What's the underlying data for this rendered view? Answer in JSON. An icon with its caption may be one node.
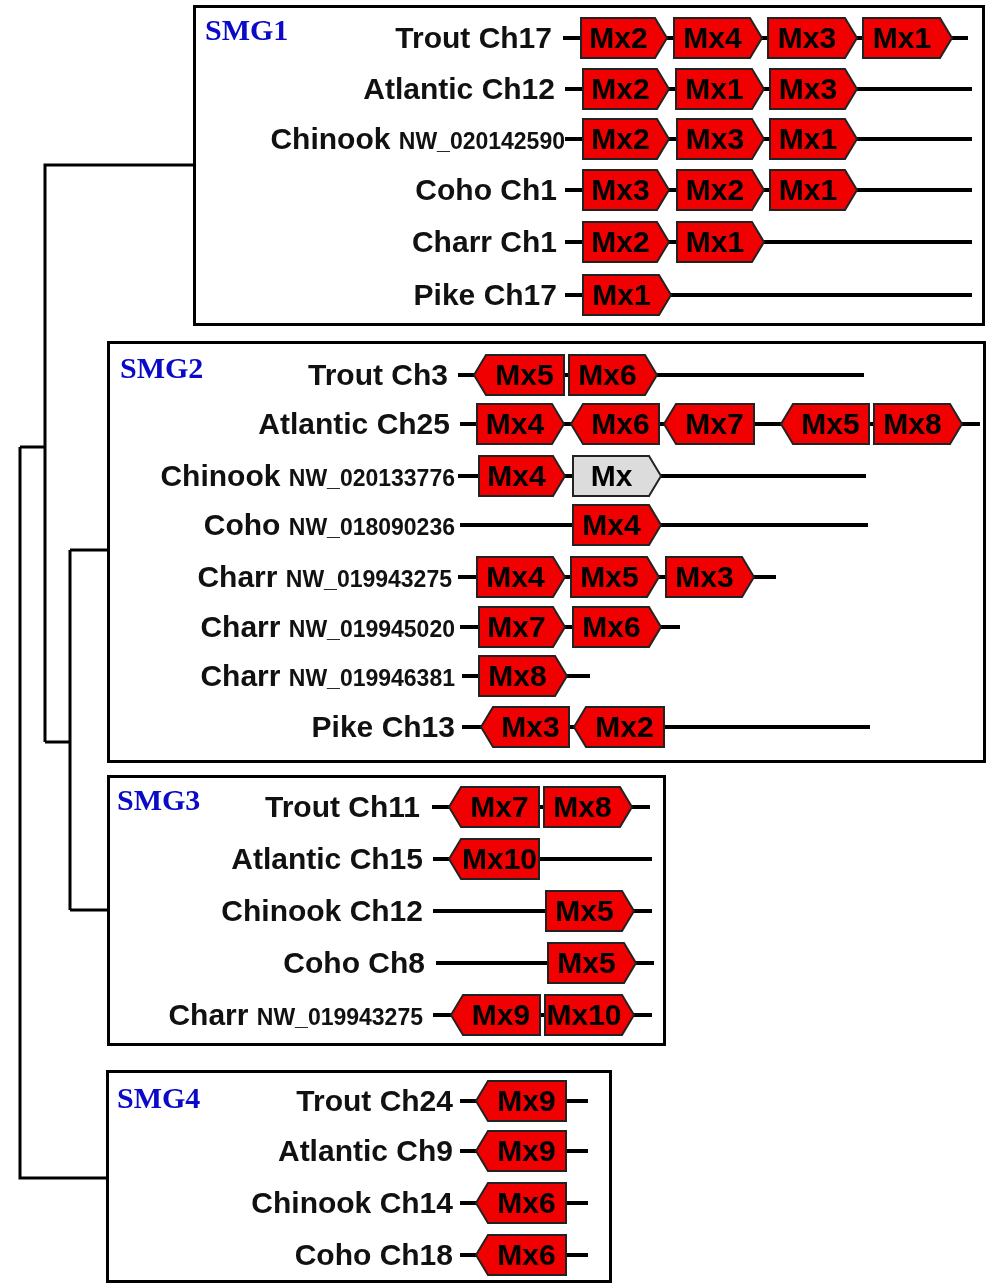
{
  "diagram": {
    "nodes": [
      {
        "text": [
          "SMG1"
        ]
      },
      {
        "text": [
          "Trout Ch17"
        ],
        "in": 0
      },
      {
        "text": [
          "Mx2"
        ],
        "in": 0
      },
      {
        "text": [
          "Mx4"
        ],
        "in": 0
      },
      {
        "text": [
          "Mx3"
        ],
        "in": 0
      },
      {
        "text": [
          "Mx1"
        ],
        "in": 0
      },
      {
        "text": [
          "Atlantic Ch12"
        ],
        "in": 0
      },
      {
        "text": [
          "Mx2"
        ],
        "in": 0
      },
      {
        "text": [
          "Mx1"
        ],
        "in": 0
      },
      {
        "text": [
          "Mx3"
        ],
        "in": 0
      },
      {
        "text": [
          "Chinook NW_020142590"
        ],
        "in": 0
      },
      {
        "text": [
          "Mx2"
        ],
        "in": 0
      },
      {
        "text": [
          "Mx3"
        ],
        "in": 0
      },
      {
        "text": [
          "Mx1"
        ],
        "in": 0
      },
      {
        "text": [
          "Coho Ch1"
        ],
        "in": 0
      },
      {
        "text": [
          "Mx3"
        ],
        "in": 0
      },
      {
        "text": [
          "Mx2"
        ],
        "in": 0
      },
      {
        "text": [
          "Mx1"
        ],
        "in": 0
      },
      {
        "text": [
          "Charr Ch1"
        ],
        "in": 0
      },
      {
        "text": [
          "Mx2"
        ],
        "in": 0
      },
      {
        "text": [
          "Mx1"
        ],
        "in": 0
      },
      {
        "text": [
          "Pike Ch17"
        ],
        "in": 0
      },
      {
        "text": [
          "Mx1"
        ],
        "in": 0
      },
      {
        "text": [
          "SMG2"
        ]
      },
      {
        "text": [
          "Trout Ch3"
        ],
        "in": 23
      },
      {
        "text": [
          "Mx5"
        ],
        "in": 23
      },
      {
        "text": [
          "Mx6"
        ],
        "in": 23
      },
      {
        "text": [
          "Atlantic Ch25"
        ],
        "in": 23
      },
      {
        "text": [
          "Mx4"
        ],
        "in": 23
      },
      {
        "text": [
          "Mx6"
        ],
        "in": 23
      },
      {
        "text": [
          "Mx7"
        ],
        "in": 23
      },
      {
        "text": [
          "Mx5"
        ],
        "in": 23
      },
      {
        "text": [
          "Mx8"
        ],
        "in": 23
      },
      {
        "text": [
          "Chinook NW_020133776"
        ],
        "in": 23
      },
      {
        "text": [
          "Mx4"
        ],
        "in": 23
      },
      {
        "text": [
          "Mx"
        ],
        "in": 23
      },
      {
        "text": [
          "Coho NW_018090236"
        ],
        "in": 23
      },
      {
        "text": [
          "Mx4"
        ],
        "in": 23
      },
      {
        "text": [
          "Charr NW_019943275"
        ],
        "in": 23
      },
      {
        "text": [
          "Mx4"
        ],
        "in": 23
      },
      {
        "text": [
          "Mx5"
        ],
        "in": 23
      },
      {
        "text": [
          "Mx3"
        ],
        "in": 23
      },
      {
        "text": [
          "Charr NW_019945020"
        ],
        "in": 23
      },
      {
        "text": [
          "Mx7"
        ],
        "in": 23
      },
      {
        "text": [
          "Mx6"
        ],
        "in": 23
      },
      {
        "text": [
          "Charr NW_019946381"
        ],
        "in": 23
      },
      {
        "text": [
          "Mx8"
        ],
        "in": 23
      },
      {
        "text": [
          "Pike Ch13"
        ],
        "in": 23
      },
      {
        "text": [
          "Mx3"
        ],
        "in": 23
      },
      {
        "text": [
          "Mx2"
        ],
        "in": 23
      },
      {
        "text": [
          "SMG3"
        ]
      },
      {
        "text": [
          "Trout Ch11"
        ],
        "in": 50
      },
      {
        "text": [
          "Mx7"
        ],
        "in": 50
      },
      {
        "text": [
          "Mx8"
        ],
        "in": 50
      },
      {
        "text": [
          "Atlantic Ch15"
        ],
        "in": 50
      },
      {
        "text": [
          "Mx10"
        ],
        "in": 50
      },
      {
        "text": [
          "Chinook Ch12"
        ],
        "in": 50
      },
      {
        "text": [
          "Mx5"
        ],
        "in": 50
      },
      {
        "text": [
          "Coho Ch8"
        ],
        "in": 50
      },
      {
        "text": [
          "Mx5"
        ],
        "in": 50
      },
      {
        "text": [
          "Charr NW_019943275"
        ],
        "in": 50
      },
      {
        "text": [
          "Mx9"
        ],
        "in": 50
      },
      {
        "text": [
          "Mx10"
        ],
        "in": 50
      },
      {
        "text": [
          "SMG4"
        ]
      },
      {
        "text": [
          "Trout Ch24"
        ],
        "in": 63
      },
      {
        "text": [
          "Mx9"
        ],
        "in": 63
      },
      {
        "text": [
          "Atlantic Ch9"
        ],
        "in": 63
      },
      {
        "text": [
          "Mx9"
        ],
        "in": 63
      },
      {
        "text": [
          "Chinook Ch14"
        ],
        "in": 63
      },
      {
        "text": [
          "Mx6"
        ],
        "in": 63
      },
      {
        "text": [
          "Coho Ch18"
        ],
        "in": 63
      },
      {
        "text": [
          "Mx6"
        ],
        "in": 63
      }
    ]
  }
}
